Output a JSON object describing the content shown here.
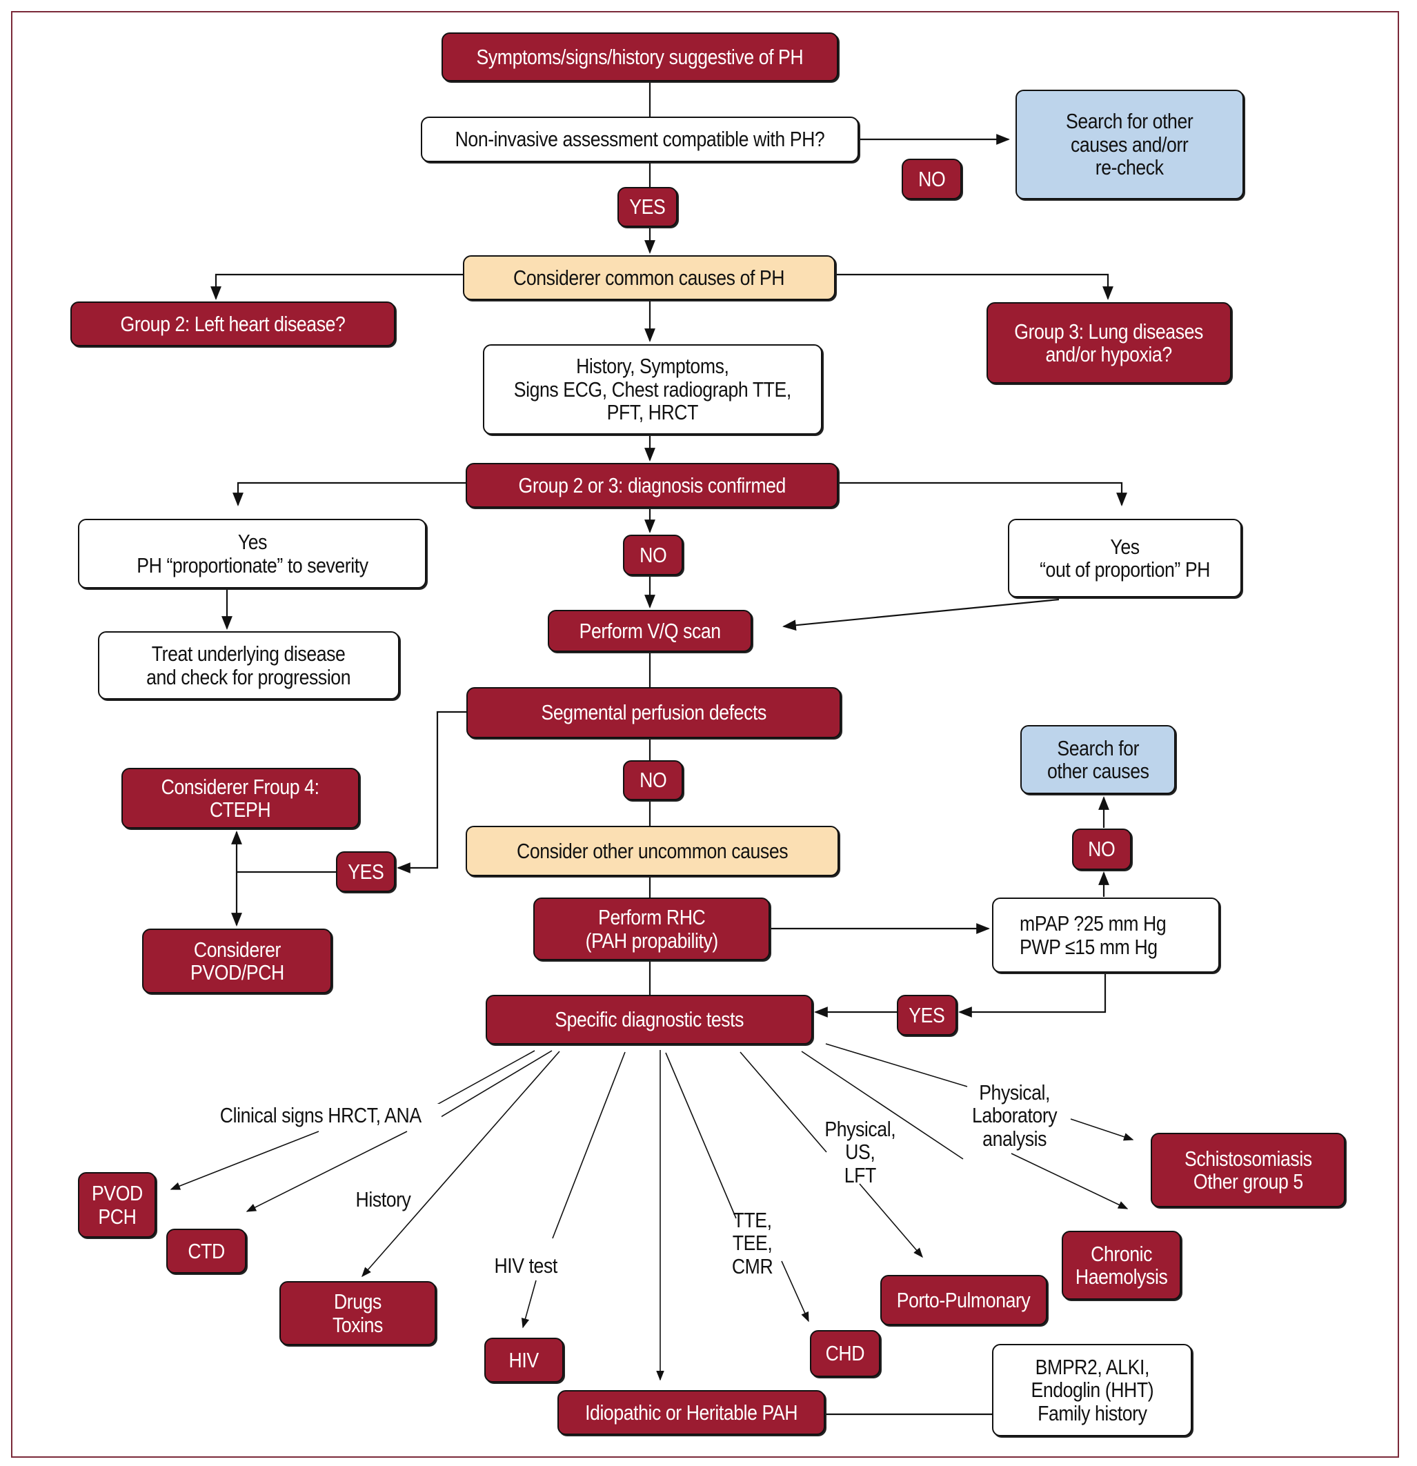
{
  "colors": {
    "decision_red": "#9b1c31",
    "frame": "#7a2838",
    "consider_beige": "#fbdfb3",
    "search_blue": "#bdd4eb",
    "info_white": "#ffffff"
  },
  "nodes": {
    "symptoms": "Symptoms/signs/history suggestive of PH",
    "non_invasive": "Non-invasive assessment compatible with PH?",
    "search_other_recheck": "Search for other\ncauses and/orr\nre-check",
    "no_1": "NO",
    "yes_1": "YES",
    "consider_common": "Considerer common causes of PH",
    "group2": "Group 2: Left heart disease?",
    "group3": "Group 3: Lung diseases\nand/or hypoxia?",
    "history_tests": "History, Symptoms,\nSigns ECG, Chest radiograph TTE,\nPFT, HRCT",
    "group23_confirmed": "Group 2 or 3: diagnosis confirmed",
    "yes_proportionate": "Yes\nPH “proportionate” to severity",
    "no_2": "NO",
    "yes_out_of_proportion": "Yes\n“out of proportion” PH",
    "vq_scan": "Perform V/Q scan",
    "treat_underlying": "Treat underlying disease\nand check for progression",
    "segmental_defects": "Segmental perfusion defects",
    "search_other_causes": "Search for\nother causes",
    "group4_cteph": "Considerer Froup 4:\nCTEPH",
    "no_3": "NO",
    "consider_uncommon": "Consider other uncommon causes",
    "no_4": "NO",
    "yes_left": "YES",
    "perform_rhc": "Perform RHC\n(PAH propability)",
    "mpap_criteria": "mPAP ?25 mm Hg\nPWP ≤15 mm Hg",
    "consider_pvod": "Considerer\nPVOD/PCH",
    "specific_tests": "Specific diagnostic tests",
    "yes_right": "YES",
    "schisto": "Schistosomiasis\nOther group 5",
    "pvod_pch": "PVOD\nPCH",
    "ctd": "CTD",
    "chronic_haemolysis": "Chronic\nHaemolysis",
    "drugs_toxins": "Drugs\nToxins",
    "porto_pulmonary": "Porto-Pulmonary",
    "hiv": "HIV",
    "chd": "CHD",
    "genetics": "BMPR2, ALKI,\nEndoglin (HHT)\nFamily history",
    "idiopathic": "Idiopathic or Heritable PAH"
  },
  "edge_labels": {
    "clinical_signs": "Clinical signs HRCT, ANA",
    "history": "History",
    "hiv_test": "HIV test",
    "echo": "TTE,\nTEE,\nCMR",
    "physical_us_lft": "Physical,\nUS,\nLFT",
    "physical_lab": "Physical,\nLaboratory\nanalysis"
  }
}
